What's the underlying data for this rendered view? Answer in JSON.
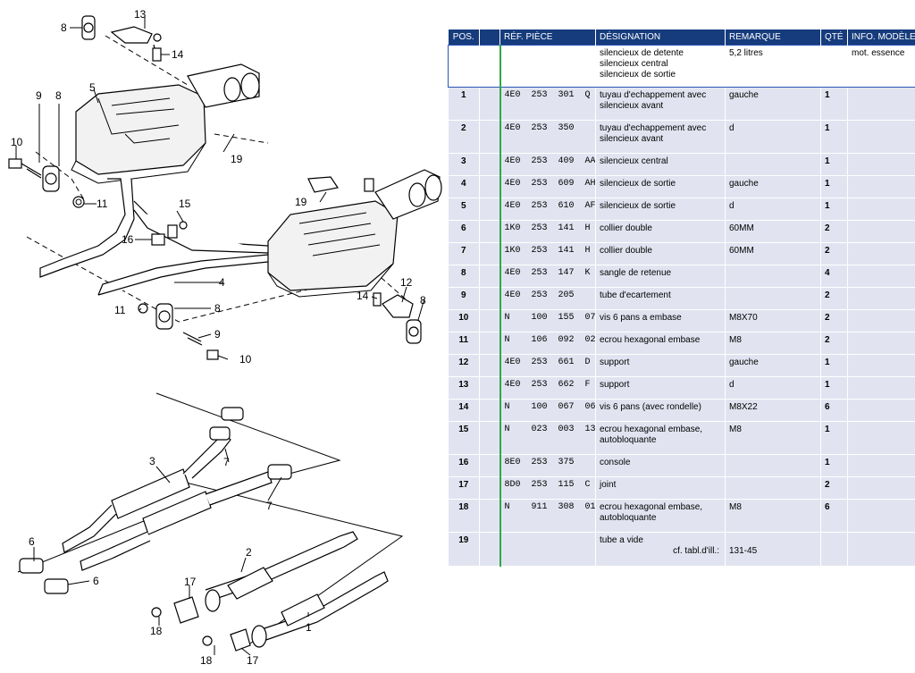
{
  "diagram": {
    "callouts": {
      "n8a": "8",
      "n13": "13",
      "n14a": "14",
      "n5": "5",
      "n9a": "9",
      "n8b": "8",
      "n10a": "10",
      "n11a": "11",
      "n19a": "19",
      "n15": "15",
      "n16": "16",
      "n19b": "19",
      "n4": "4",
      "n14b": "14",
      "n12": "12",
      "n8c": "8",
      "n11b": "11",
      "n8d": "8",
      "n9b": "9",
      "n10b": "10",
      "n7a": "7",
      "n3": "3",
      "n7b": "7",
      "n6a": "6",
      "n6b": "6",
      "n2": "2",
      "n17a": "17",
      "n18a": "18",
      "n1": "1",
      "n18b": "18",
      "n17b": "17"
    }
  },
  "table": {
    "headers": {
      "pos": "POS.",
      "ref": "RÉF. PIÈCE",
      "designation": "DÉSIGNATION",
      "remarque": "REMARQUE",
      "qte": "QTÉ",
      "info": "INFO. MODÈLE"
    },
    "header_row": {
      "designation_lines": [
        "silencieux de detente",
        "silencieux central",
        "silencieux de sortie"
      ],
      "remarque": "5,2 litres",
      "info": "mot. essence"
    },
    "rows": [
      {
        "pos": "1",
        "ref": "4E0  253  301  Q",
        "des": [
          "tuyau d'echappement avec",
          "silencieux avant"
        ],
        "rem": "gauche",
        "qty": "1"
      },
      {
        "pos": "2",
        "ref": "4E0  253  350",
        "des": [
          "tuyau d'echappement avec",
          "silencieux avant"
        ],
        "rem": "d",
        "qty": "1"
      },
      {
        "pos": "3",
        "ref": "4E0  253  409  AA",
        "des": [
          "silencieux central"
        ],
        "rem": "",
        "qty": "1"
      },
      {
        "pos": "4",
        "ref": "4E0  253  609  AH",
        "des": [
          "silencieux de sortie"
        ],
        "rem": "gauche",
        "qty": "1"
      },
      {
        "pos": "5",
        "ref": "4E0  253  610  AF",
        "des": [
          "silencieux de sortie"
        ],
        "rem": "d",
        "qty": "1"
      },
      {
        "pos": "6",
        "ref": "1K0  253  141  H",
        "des": [
          "collier double"
        ],
        "rem": "60MM",
        "qty": "2"
      },
      {
        "pos": "7",
        "ref": "1K0  253  141  H",
        "des": [
          "collier double"
        ],
        "rem": "60MM",
        "qty": "2"
      },
      {
        "pos": "8",
        "ref": "4E0  253  147  K",
        "des": [
          "sangle de retenue"
        ],
        "rem": "",
        "qty": "4"
      },
      {
        "pos": "9",
        "ref": "4E0  253  205",
        "des": [
          "tube d'ecartement"
        ],
        "rem": "",
        "qty": "2"
      },
      {
        "pos": "10",
        "ref": "N    100  155  07",
        "des": [
          "vis 6 pans a embase"
        ],
        "rem": "M8X70",
        "qty": "2"
      },
      {
        "pos": "11",
        "ref": "N    106  092  02",
        "des": [
          "ecrou hexagonal embase"
        ],
        "rem": "M8",
        "qty": "2"
      },
      {
        "pos": "12",
        "ref": "4E0  253  661  D",
        "des": [
          "support"
        ],
        "rem": "gauche",
        "qty": "1"
      },
      {
        "pos": "13",
        "ref": "4E0  253  662  F",
        "des": [
          "support"
        ],
        "rem": "d",
        "qty": "1"
      },
      {
        "pos": "14",
        "ref": "N    100  067  06",
        "des": [
          "vis 6 pans (avec rondelle)"
        ],
        "rem": "M8X22",
        "qty": "6"
      },
      {
        "pos": "15",
        "ref": "N    023  003  13",
        "des": [
          "ecrou hexagonal embase,",
          "autobloquante"
        ],
        "rem": "M8",
        "qty": "1"
      },
      {
        "pos": "16",
        "ref": "8E0  253  375",
        "des": [
          "console"
        ],
        "rem": "",
        "qty": "1"
      },
      {
        "pos": "17",
        "ref": "8D0  253  115  C",
        "des": [
          "joint"
        ],
        "rem": "",
        "qty": "2"
      },
      {
        "pos": "18",
        "ref": "N    911  308  01",
        "des": [
          "ecrou hexagonal embase,",
          "autobloquante"
        ],
        "rem": "M8",
        "qty": "6"
      },
      {
        "pos": "19",
        "ref": "",
        "des": [
          "tube a vide",
          "cf. tabl.d'ill.:"
        ],
        "rem": "131-45",
        "qty": ""
      }
    ]
  }
}
